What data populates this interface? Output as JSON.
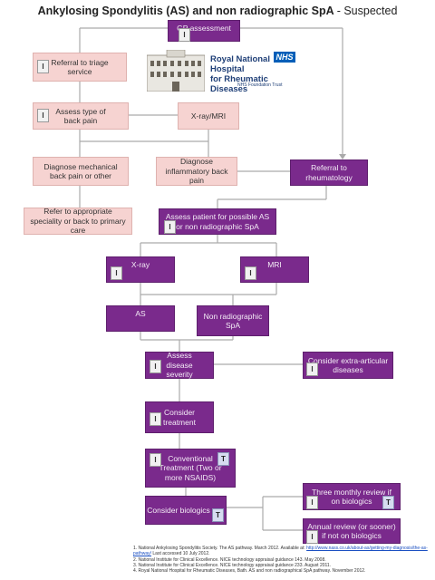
{
  "title": {
    "main": "Ankylosing Spondylitis (AS) and non radiographic SpA",
    "suffix": "- Suspected"
  },
  "logo": {
    "line1": "Royal National Hospital",
    "line2": "for Rheumatic Diseases",
    "badge": "NHS",
    "foundation": "NHS Foundation Trust"
  },
  "tags": {
    "info": "I",
    "treatment": "T"
  },
  "nodes": {
    "gp": "GP assessment",
    "referral_triage": "Referral to triage service",
    "assess_back": "Assess type of back pain",
    "xray_mri": "X-ray/MRI",
    "mechanical": "Diagnose mechanical back pain or other",
    "inflammatory": "Diagnose inflammatory back pain",
    "referral_rheum": "Referral to rheumatology",
    "refer_specialty": "Refer to appropriate speciality or back to primary care",
    "assess_patient": "Assess patient for possible AS or non radiographic SpA",
    "xray": "X-ray",
    "mri": "MRI",
    "as": "AS",
    "nonrad": "Non radiographic SpA",
    "severity": "Assess disease severity",
    "extra": "Consider extra-articular diseases",
    "treatment": "Consider treatment",
    "conventional": "Conventional Treatment (Two or more NSAIDS)",
    "biologics": "Consider biologics",
    "three_monthly": "Three monthly review if on biologics",
    "annual": "Annual review (or sooner) if not on biologics"
  },
  "references": {
    "r1a": "1. National Ankylosing Spondylitis Society. The AS pathway. March 2012. Available at:",
    "r1link": "http://www.nass.co.uk/about-as/getting-my-diagnosis/the-as-pathway/",
    "r1b": "Last accessed 10 July 2012.",
    "r2": "2. National Institute for Clinical Excellence. NICE technology appraisal guidance 143. May 2008.",
    "r3": "3. National Institute for Clinical Excellence. NICE technology appraisal guidance 233. August 2011.",
    "r4": "4. Royal National Hospital for Rheumatic Diseases, Bath. AS and non radiographical SpA pathway. November 2012."
  }
}
